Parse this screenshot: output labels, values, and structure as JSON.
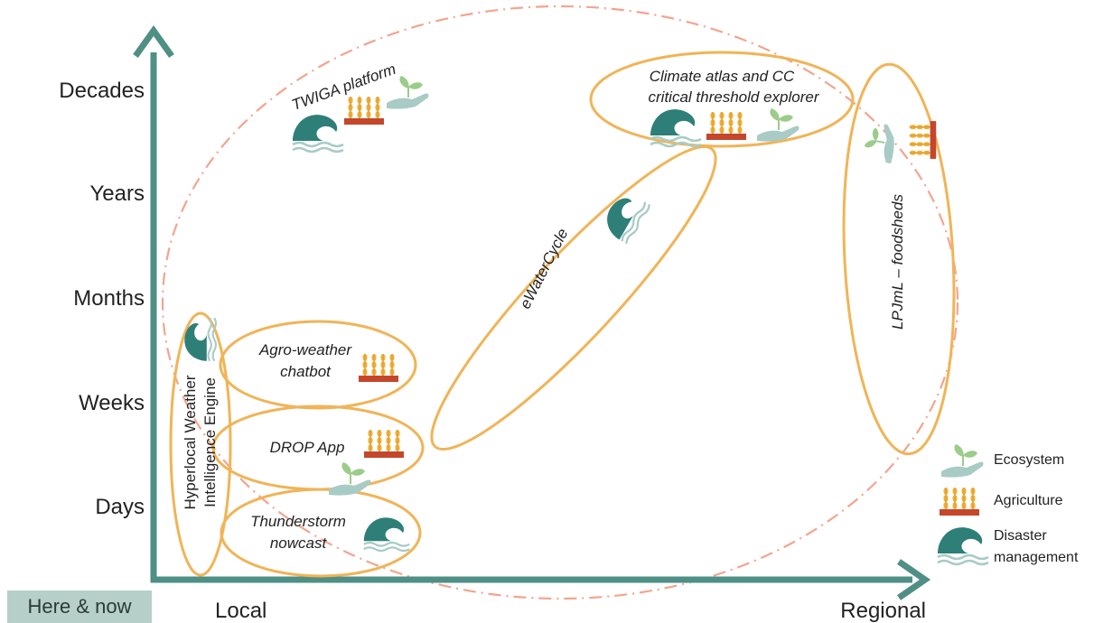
{
  "y_axis": {
    "ticks": [
      "Decades",
      "Years",
      "Months",
      "Weeks",
      "Days"
    ]
  },
  "x_axis": {
    "left_label": "Local",
    "right_label": "Regional"
  },
  "corner_label": "Here & now",
  "tools": {
    "twiga": "TWIGA platform",
    "climate_atlas_line1": "Climate atlas and CC",
    "climate_atlas_line2": "critical threshold explorer",
    "ewatercycle": "eWaterCycle",
    "lpjml": "LPJmL – foodsheds",
    "agro_line1": "Agro-weather",
    "agro_line2": "chatbot",
    "hyperlocal_line1": "Hyperlocal Weather",
    "hyperlocal_line2": "Intelligence Engine",
    "drop": "DROP App",
    "thunder_line1": "Thunderstorm",
    "thunder_line2": "nowcast"
  },
  "legend": {
    "ecosystem": "Ecosystem",
    "agriculture": "Agriculture",
    "disaster_line1": "Disaster",
    "disaster_line2": "management"
  },
  "colors": {
    "axis": "#4f8f86",
    "ellipse": "#f0b457",
    "dashdot": "#f2a58f",
    "wave": "#2e7f78",
    "wave_light": "#a9cbc6",
    "wheat": "#f2b13a",
    "wheat_base": "#c4472b",
    "plant": "#9ccc8a",
    "hand": "#a9cbc6"
  }
}
